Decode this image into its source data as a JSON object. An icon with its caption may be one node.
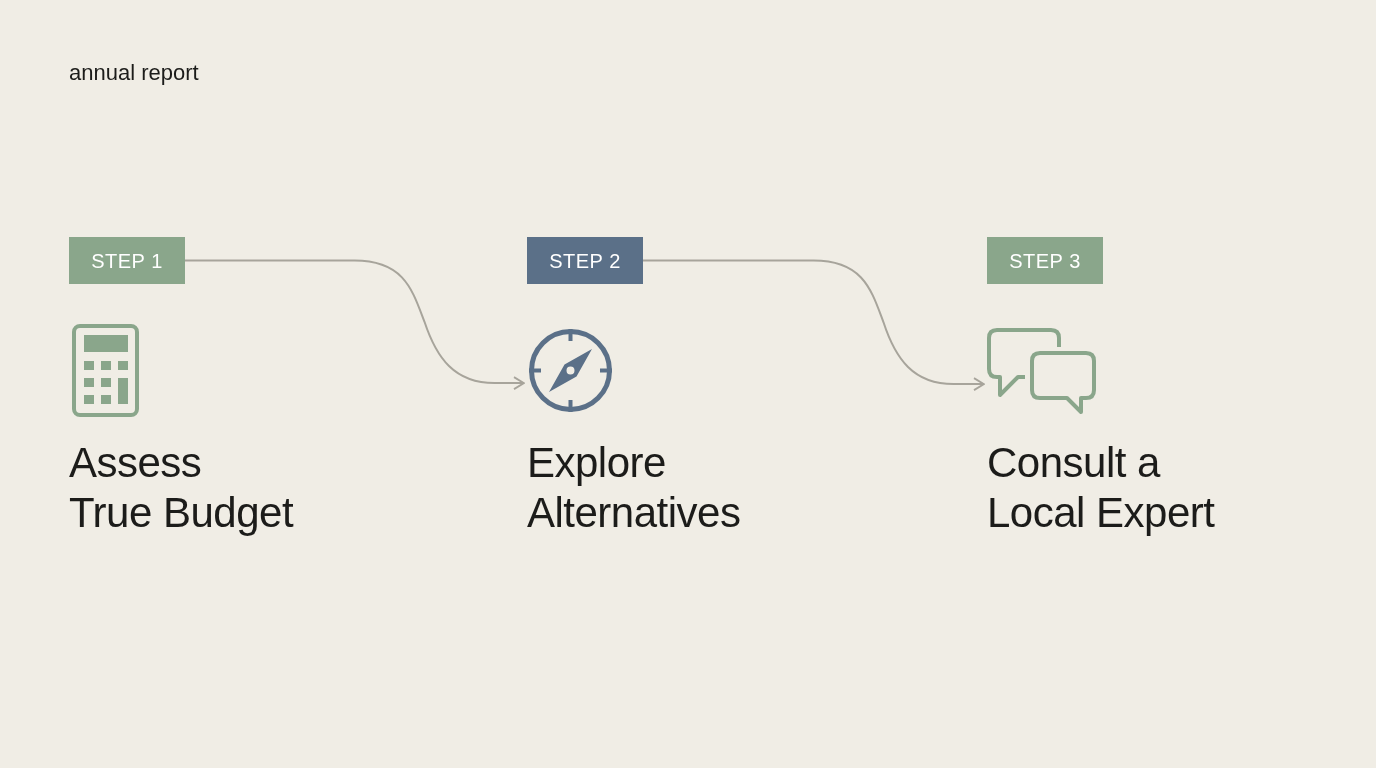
{
  "diagram": {
    "title": "annual report",
    "nodes": [
      {
        "text": [
          "STEP 1"
        ]
      },
      {
        "text": [],
        "shape": "picture",
        "beside": [
          "Assess True Budget"
        ]
      },
      {
        "text": [
          "STEP 2"
        ]
      },
      {
        "text": [],
        "shape": "picture",
        "beside": [
          "Explore Alternatives"
        ]
      },
      {
        "text": [
          "STEP 3"
        ]
      },
      {
        "text": [],
        "shape": "picture",
        "beside": [
          "Consult a Local Expert"
        ]
      }
    ],
    "edges": [
      {
        "from": 0,
        "to": 3,
        "arrow": "to"
      },
      {
        "from": 2,
        "to": 5,
        "arrow": "to"
      }
    ]
  }
}
